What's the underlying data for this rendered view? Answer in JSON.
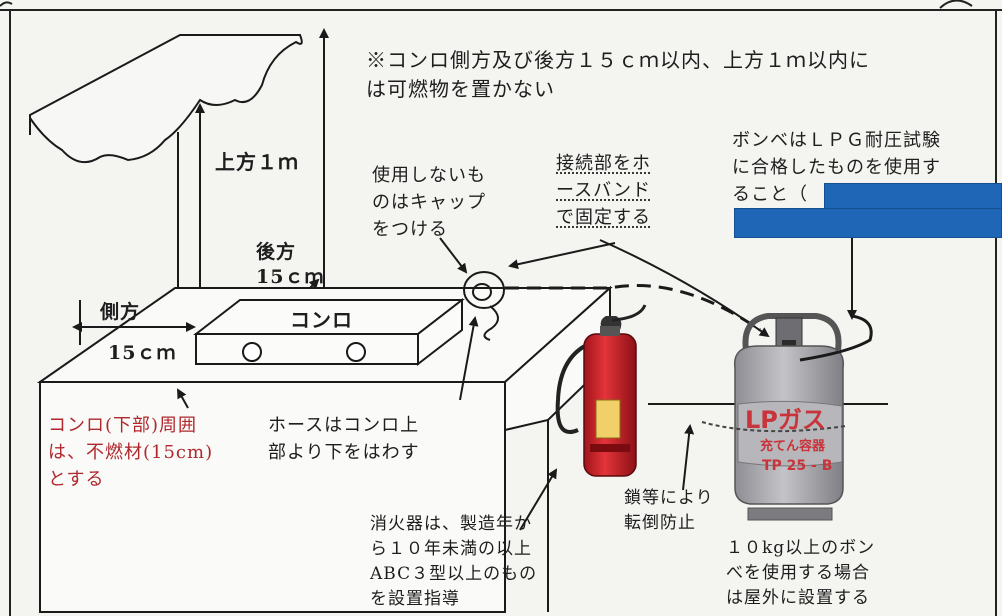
{
  "notes": {
    "top_rule": "※コンロ側方及び後方１５ｃｍ以内、上方１ｍ以内に\nは可燃物を置かない",
    "cylinder_requirement": "ボンベはＬＰＧ耐圧試験\nに合格したものを使用す\nること（",
    "hose_band": "接続部をホ\nースバンド\nで固定する",
    "cap": "使用しないも\nのはキャップ\nをつける",
    "upper": "上方１ｍ",
    "rear": "後方\n15ｃｍ",
    "side": "側方",
    "side_dim": "15ｃｍ",
    "stove": "コンロ",
    "surround": "コンロ(下部)周囲\nは、不燃材(15cm)\nとする",
    "hose_below": "ホースはコンロ上\n部より下をはわす",
    "chain": "鎖等により\n転倒防止",
    "extinguisher": "消火器は、製造年か\nら１０年未満の以上\nABC３型以上のもの\nを設置指導",
    "outdoor": "１０kg以上のボン\nべを使用する場合\nは屋外に設置する"
  },
  "cylinder_label": {
    "brand": "LPガス",
    "line1": "充てん容器",
    "line2": "TP 25 - B"
  },
  "colors": {
    "red_text": "#b0282d",
    "redaction": "#1f66b6",
    "extinguisher": "#c8232a",
    "cylinder": "#a9a9ad"
  }
}
